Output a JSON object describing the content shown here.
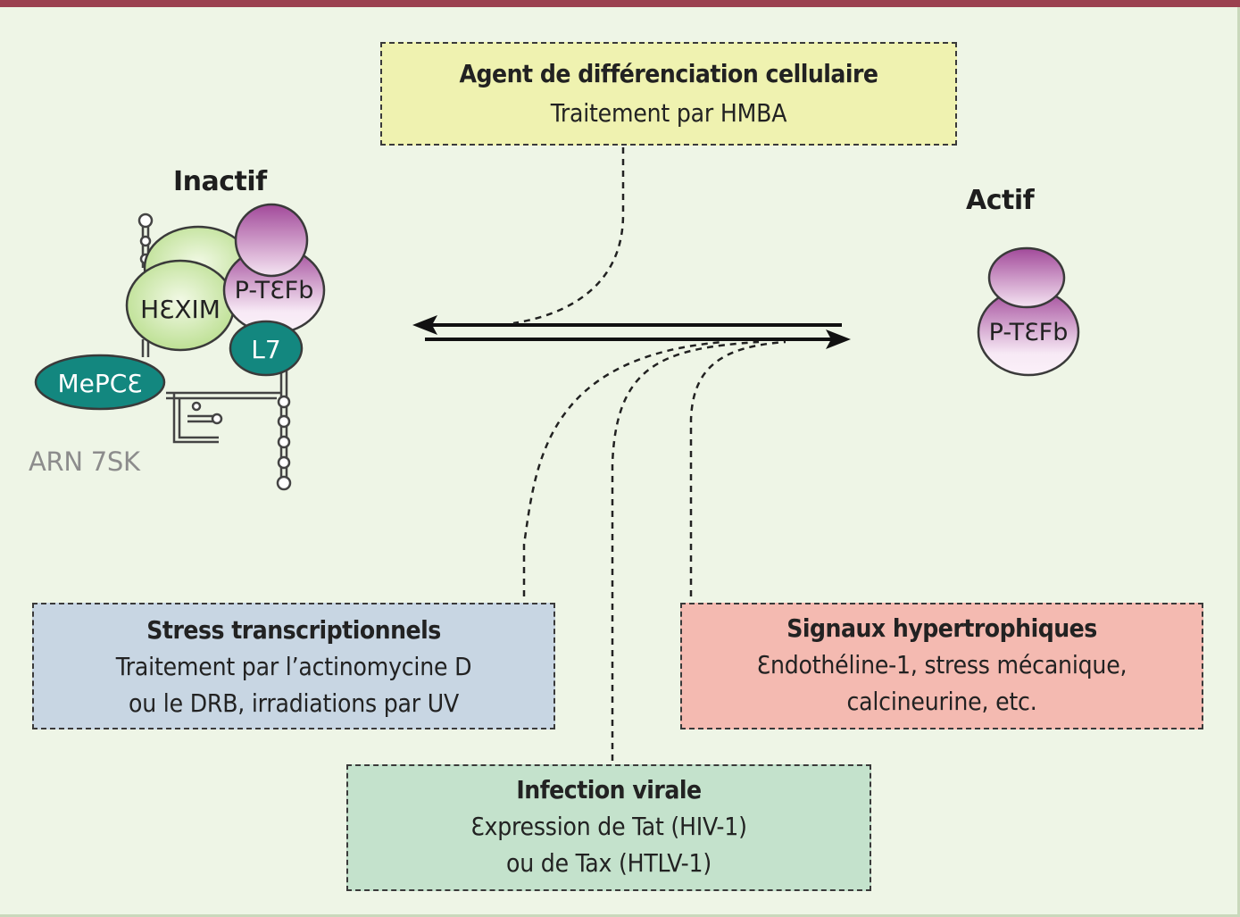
{
  "colors": {
    "top_bar": "#9b4150",
    "background": "#eef5e6",
    "hexim": "#cde9a8",
    "ptefb_light": "#f7e6f4",
    "ptefb_dark": "#a24a9a",
    "teal": "#13877f",
    "box_hmba": "#eff2b0",
    "box_stress": "#c8d6e3",
    "box_hyper": "#f4bab1",
    "box_viral": "#c4e2cc"
  },
  "states": {
    "inactive": {
      "label": "Inactif",
      "complex": {
        "hexim": "HƐXIM",
        "ptefb": "P-TƐFb",
        "l7": "L7",
        "mepce": "MePCƐ",
        "rna": "ARN 7SK"
      }
    },
    "active": {
      "label": "Actif",
      "ptefb": "P-TƐFb"
    }
  },
  "boxes": {
    "differentiation": {
      "title": "Agent de différenciation cellulaire",
      "lines": [
        "Traitement par HMBA"
      ]
    },
    "stress": {
      "title": "Stress transcriptionnels",
      "lines": [
        "Traitement par l’actinomycine D",
        "ou le DRB, irradiations par UV"
      ]
    },
    "hypertrophic": {
      "title": "Signaux hypertrophiques",
      "lines": [
        "Ɛndothéline-1,  stress mécanique,",
        "calcineurine, etc."
      ]
    },
    "viral": {
      "title": "Infection virale",
      "lines": [
        "Ɛxpression de Tat (HIV-1)",
        "ou de Tax (HTLV-1)"
      ]
    }
  }
}
